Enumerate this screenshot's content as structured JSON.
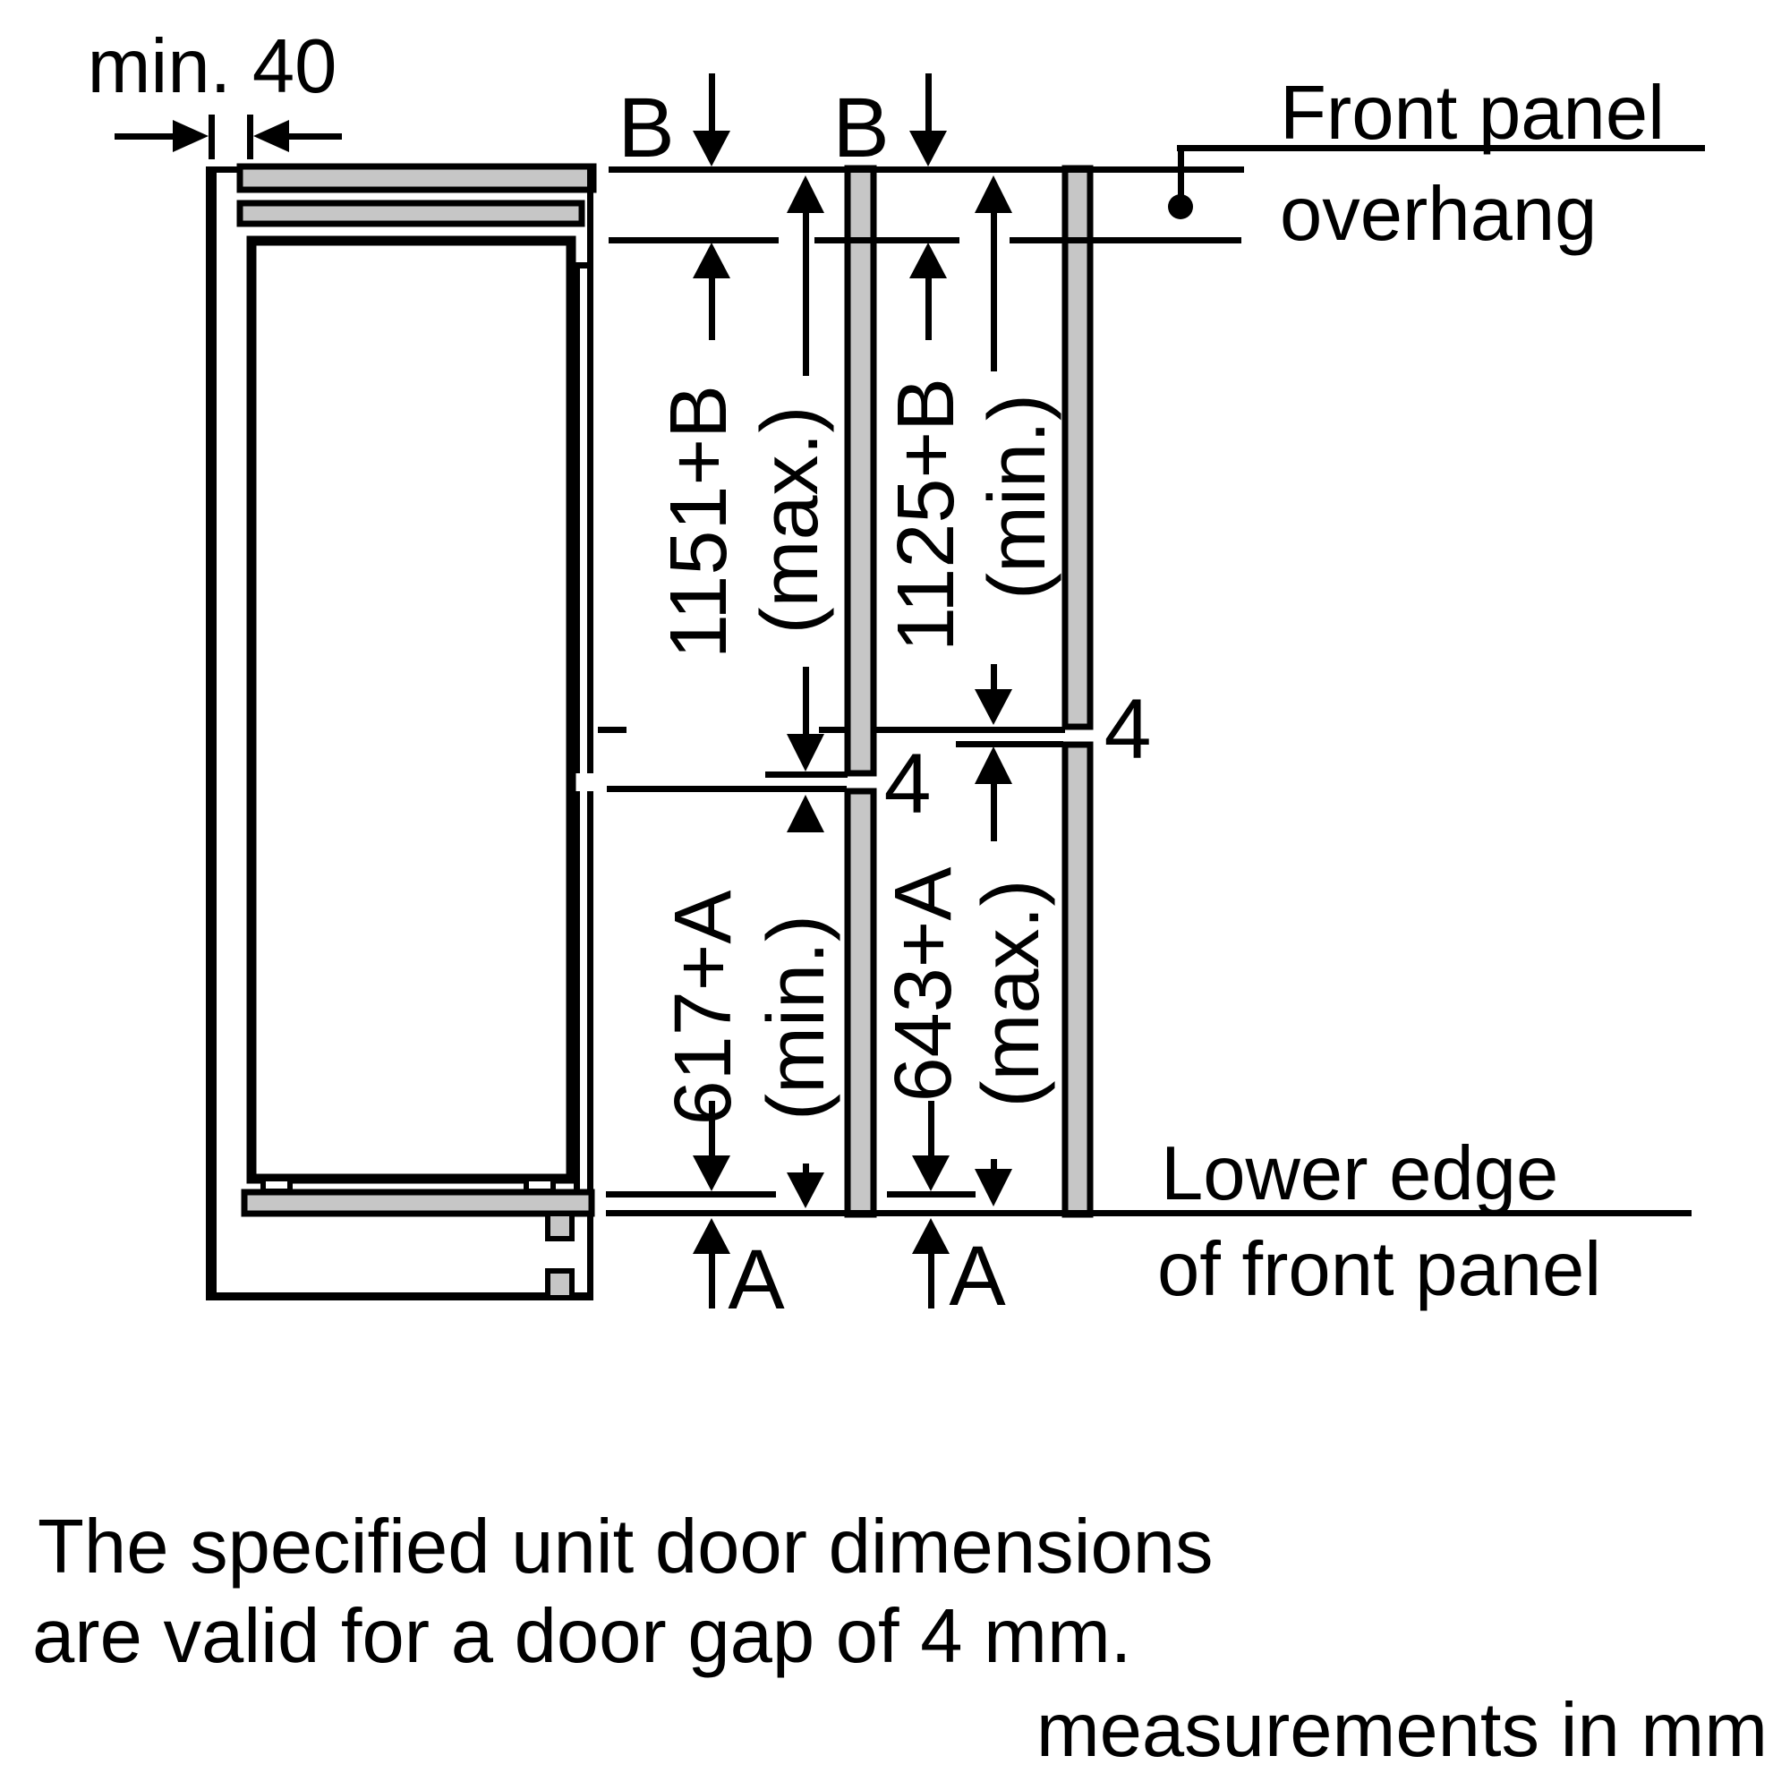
{
  "diagram": {
    "side_view": {
      "clearance_label": "min. 40"
    },
    "dimensions": {
      "overhang_left": "B",
      "overhang_right": "B",
      "upper_door_left_value": "1151+B",
      "upper_door_left_qualifier": "(max.)",
      "upper_door_right_value": "1125+B",
      "upper_door_right_qualifier": "(min.)",
      "lower_door_left_value": "617+A",
      "lower_door_left_qualifier": "(min.)",
      "lower_door_right_value": "643+A",
      "lower_door_right_qualifier": "(max.)",
      "gap_left": "4",
      "gap_right": "4",
      "bottom_gap_left": "A",
      "bottom_gap_right": "A"
    },
    "callouts": {
      "front_panel_line1": "Front panel",
      "front_panel_line2": "overhang",
      "lower_edge_line1": "Lower edge",
      "lower_edge_line2": "of front panel"
    },
    "notes": {
      "line1": "The specified unit door dimensions",
      "line2": "are valid for a door gap of 4 mm."
    },
    "units_note": "measurements in mm",
    "colors": {
      "line": "#000000",
      "panel_fill": "#c6c6c6",
      "background": "#ffffff"
    }
  }
}
